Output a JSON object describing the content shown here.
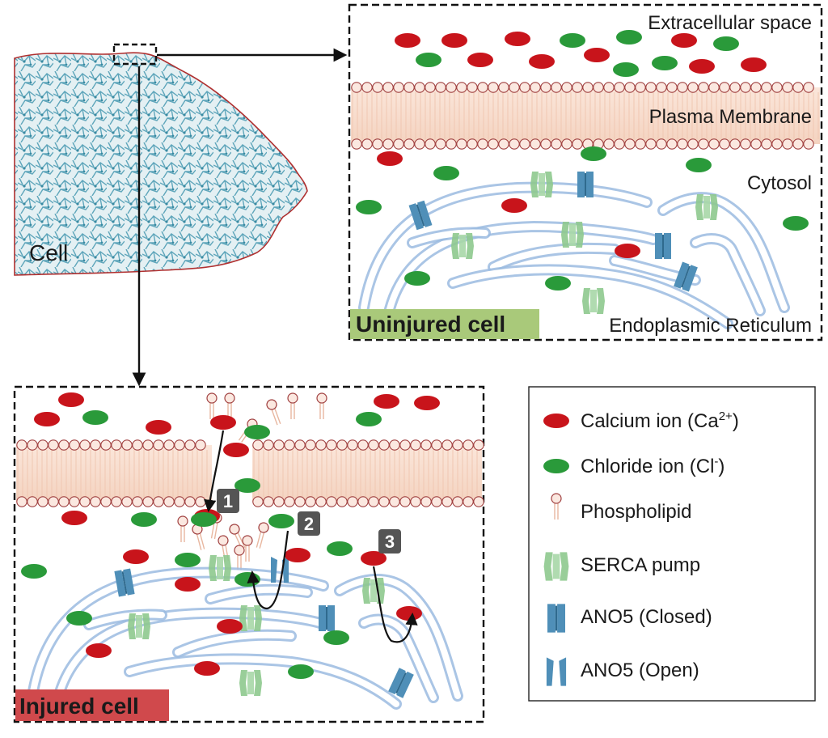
{
  "labels": {
    "cell": "Cell",
    "extracellular": "Extracellular space",
    "plasma_membrane": "Plasma Membrane",
    "cytosol": "Cytosol",
    "er": "Endoplasmic Reticulum",
    "uninjured": "Uninjured cell",
    "injured": "Injured cell"
  },
  "steps": [
    "1",
    "2",
    "3"
  ],
  "legend": {
    "calcium_main": "Calcium ion (Ca",
    "calcium_sup": "2+",
    "calcium_end": ")",
    "chloride_main": "Chloride ion (Cl",
    "chloride_sup": "-",
    "chloride_end": ")",
    "phospholipid": "Phospholipid",
    "serca": "SERCA pump",
    "ano5_closed": "ANO5 (Closed)",
    "ano5_open": "ANO5 (Open)"
  },
  "colors": {
    "calcium": "#c8141b",
    "chloride": "#2a9a3a",
    "membrane": "#f6d8c8",
    "membrane_edge": "#a04040",
    "er": "#9bbbe0",
    "serca": "#8fc98f",
    "ano5": "#4f8fb8",
    "cell_stroke": "#b03030",
    "cell_fill": "#dbeaf0",
    "uninjured_tag": "#a9c97a",
    "injured_tag": "#d0494c"
  }
}
